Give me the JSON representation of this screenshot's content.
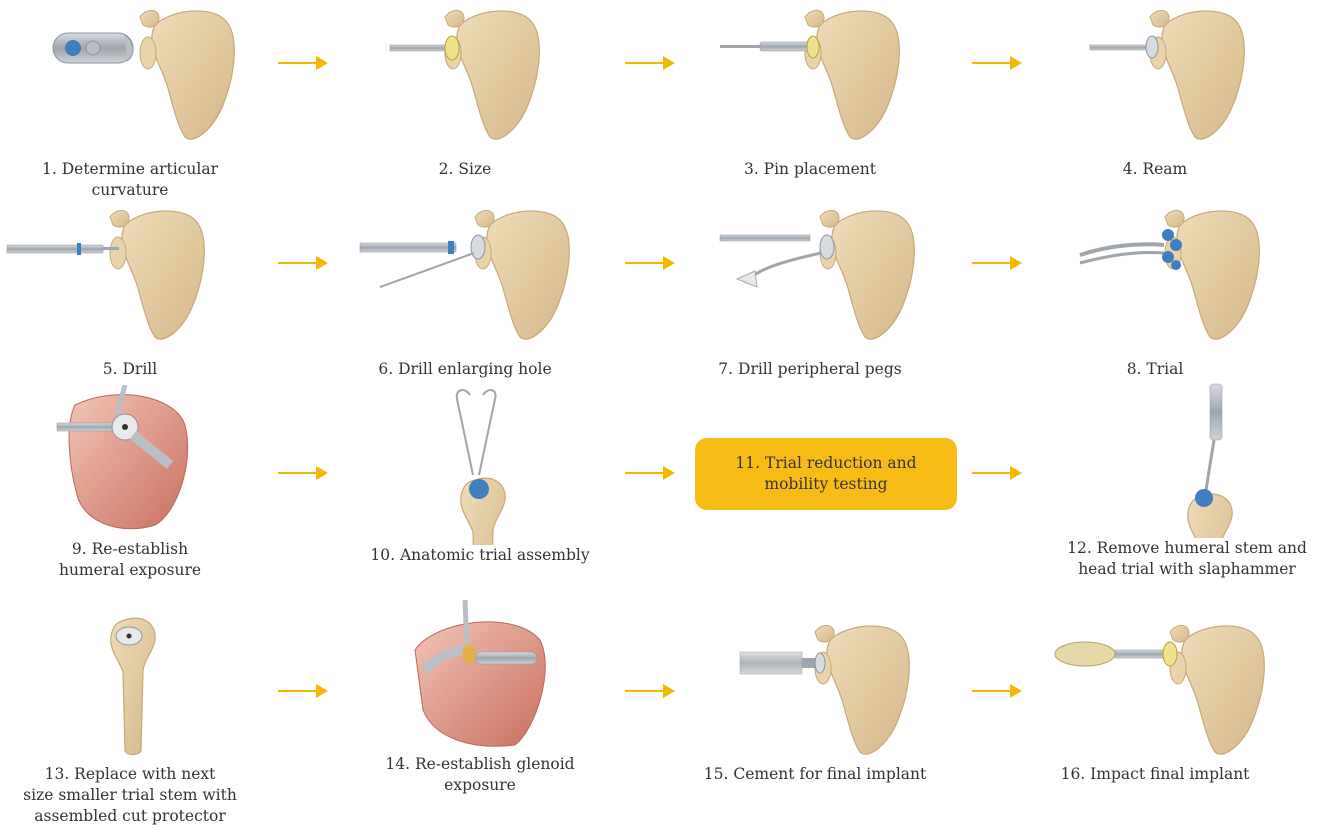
{
  "steps": [
    {
      "label": "1. Determine articular\ncurvature"
    },
    {
      "label": "2. Size"
    },
    {
      "label": "3. Pin placement"
    },
    {
      "label": "4. Ream"
    },
    {
      "label": "5. Drill"
    },
    {
      "label": "6. Drill enlarging hole"
    },
    {
      "label": "7. Drill peripheral pegs"
    },
    {
      "label": "8. Trial"
    },
    {
      "label": "9. Re-establish\nhumeral exposure"
    },
    {
      "label": "10. Anatomic trial assembly"
    },
    {
      "label": "11. Trial reduction and\nmobility testing"
    },
    {
      "label": "12. Remove humeral stem and\nhead trial with slaphammer"
    },
    {
      "label": "13. Replace with next\nsize smaller trial stem with\nassembled cut protector"
    },
    {
      "label": "14. Re-establish glenoid exposure"
    },
    {
      "label": "15. Cement for final implant"
    },
    {
      "label": "16. Impact final implant"
    }
  ],
  "colors": {
    "arrow": "#f5b700",
    "highlight": "#f7bd16",
    "bone": "#e6cfa6",
    "bone_edge": "#c9a878",
    "instrument": "#a7adb3",
    "implant_blue": "#3f7fbf",
    "muscle": "#d98a7a"
  }
}
